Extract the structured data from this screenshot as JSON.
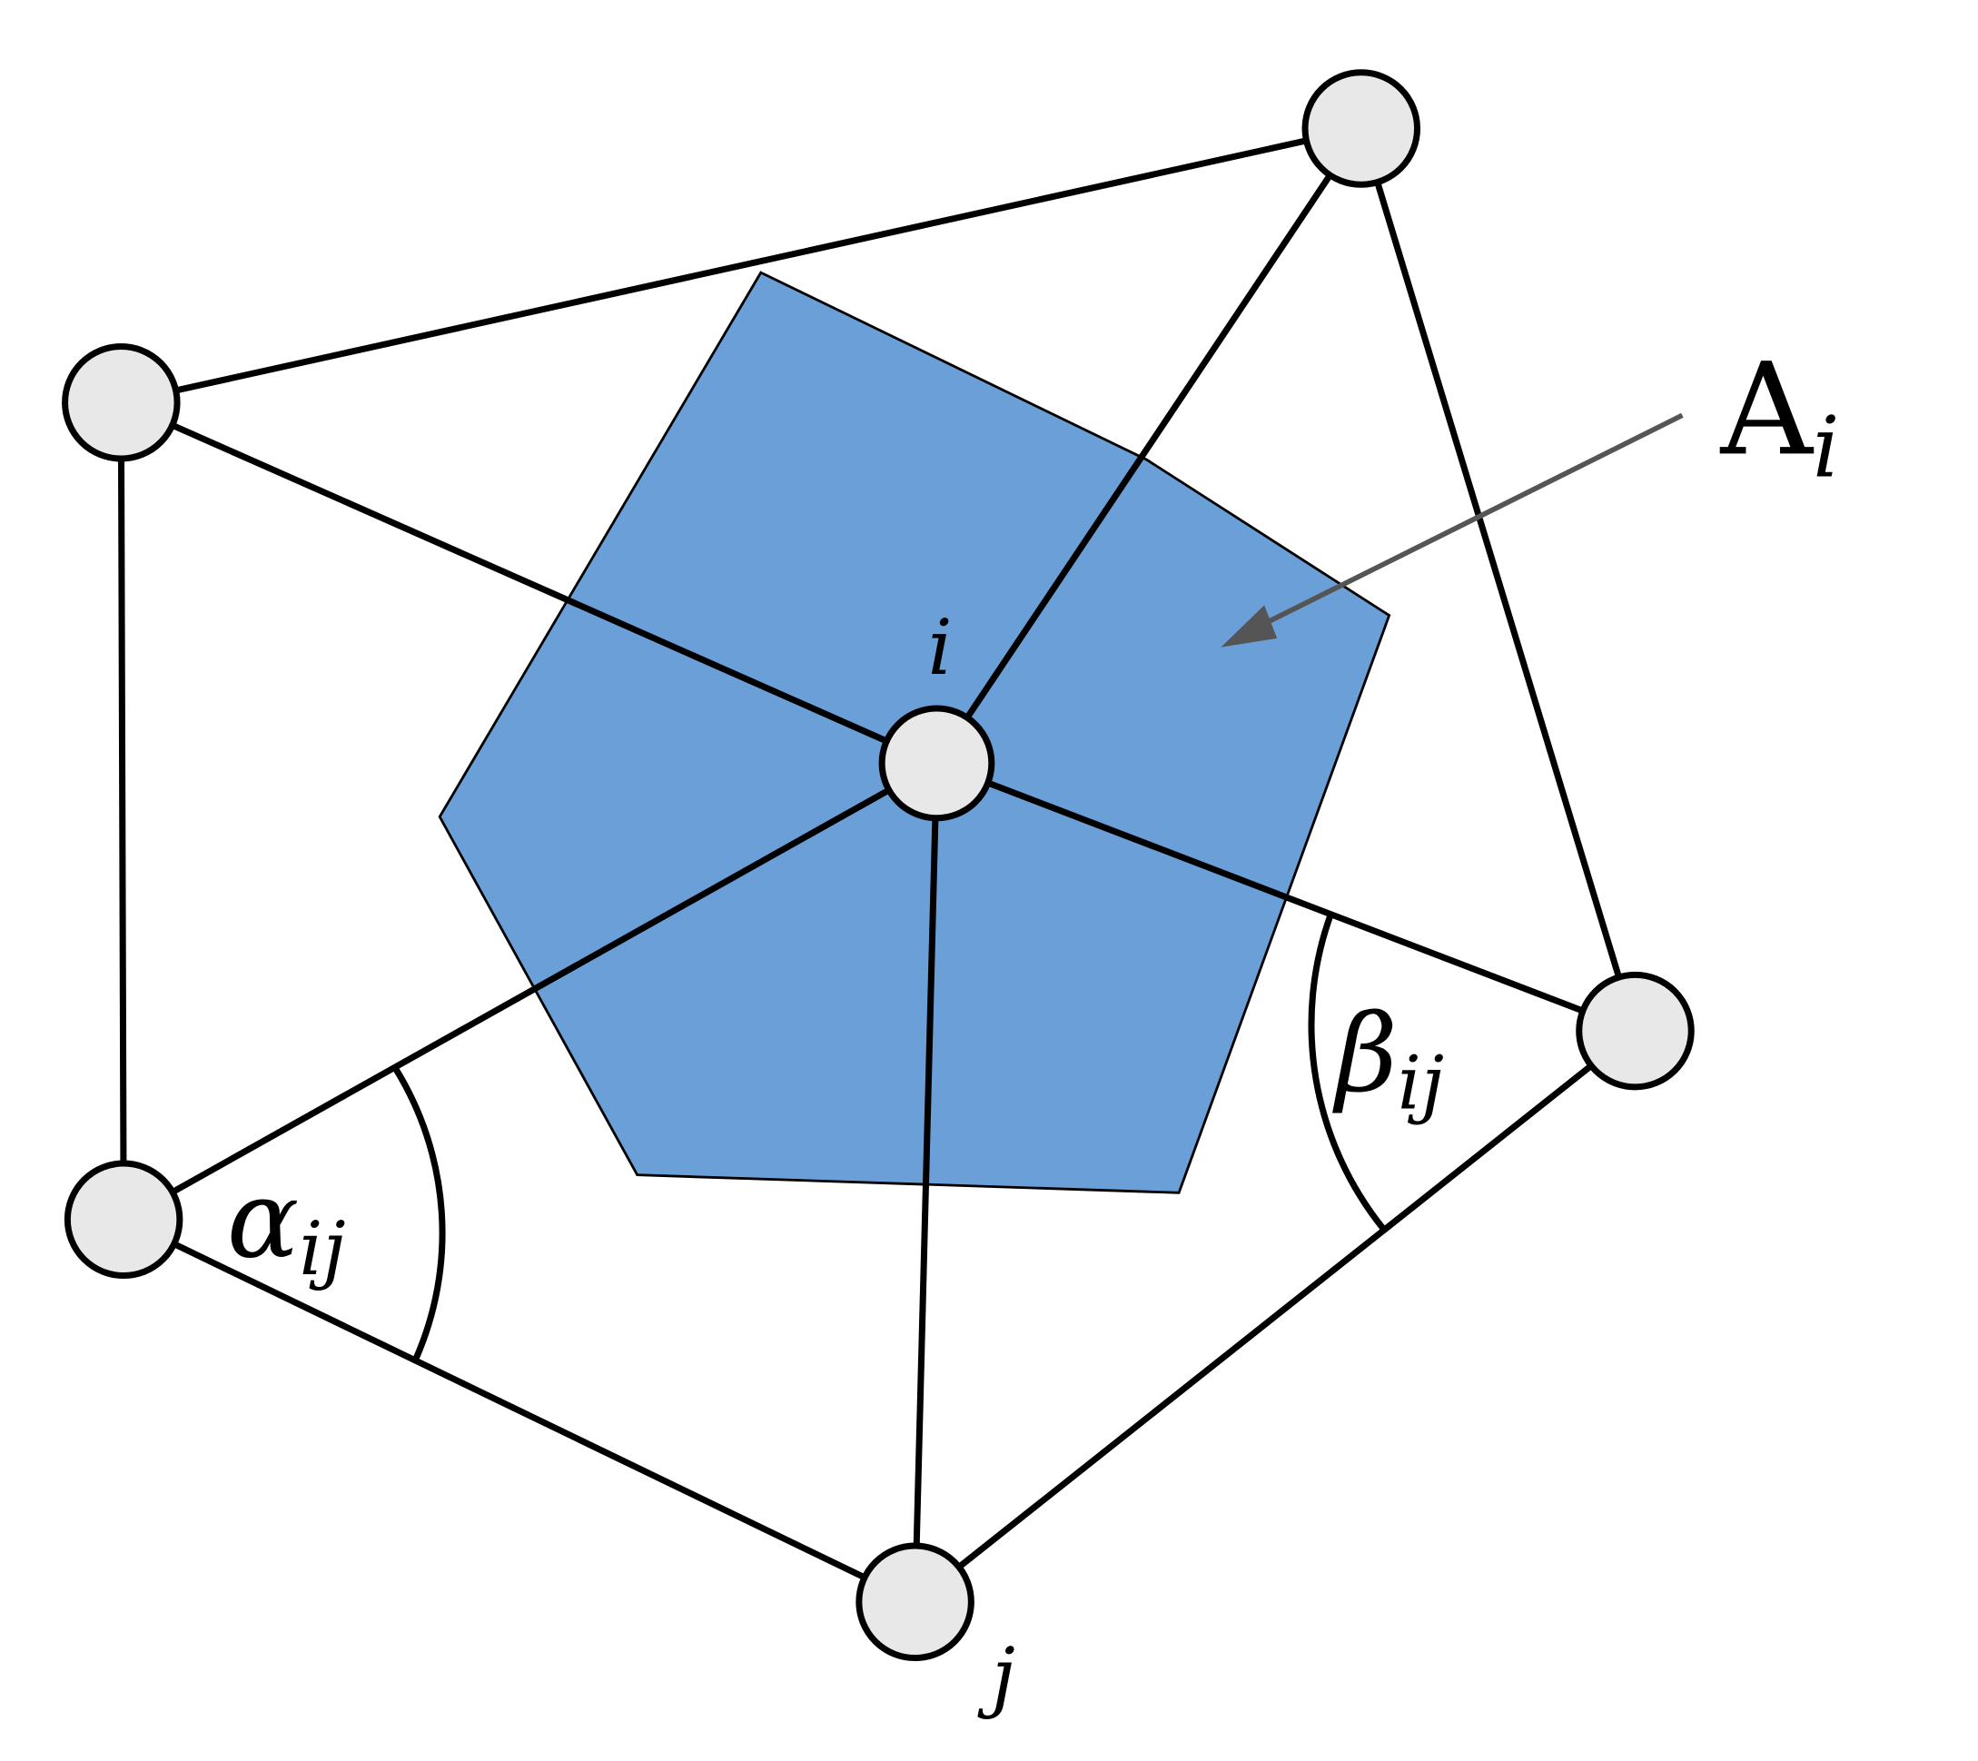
{
  "diagram": {
    "labels": {
      "center_vertex": "i",
      "neighbor_vertex": "j",
      "area_main": "A",
      "area_sub": "i",
      "alpha_main": "α",
      "alpha_sub": "ij",
      "beta_main": "β",
      "beta_sub": "ij"
    },
    "colors": {
      "area_fill": "#6a9fd8",
      "node_fill": "#e8e8e8",
      "edge": "#000000",
      "arrow": "#555555"
    }
  }
}
